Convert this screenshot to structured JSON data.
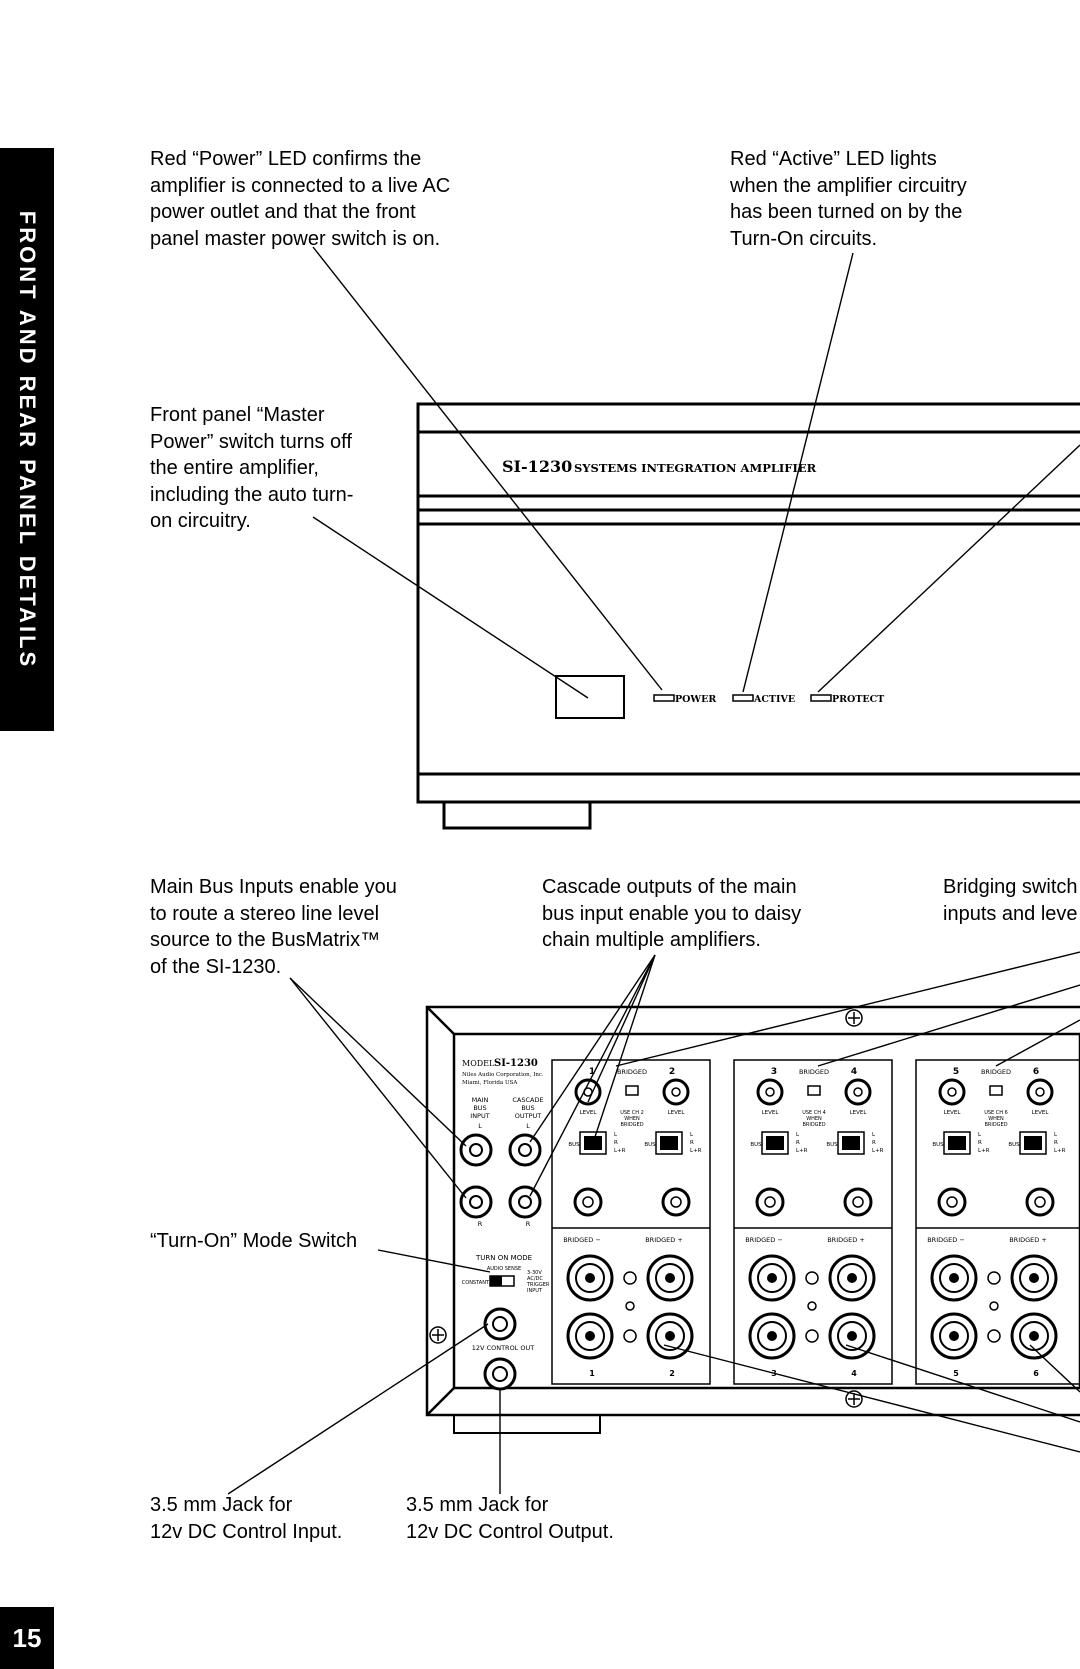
{
  "page": {
    "side_tab": "FRONT AND REAR PANEL DETAILS",
    "page_number": "15"
  },
  "front": {
    "captions": {
      "power_led": [
        "Red “Power” LED confirms the",
        "amplifier is connected to a live AC",
        "power outlet and that the front",
        "panel master power switch is on."
      ],
      "active_led": [
        "Red “Active” LED lights",
        "when the amplifier circuitry",
        "has been turned on by the",
        "Turn-On circuits."
      ],
      "master_power": [
        "Front panel “Master",
        "Power” switch turns off",
        "the entire amplifier,",
        "including the auto turn-",
        "on circuitry."
      ]
    },
    "model_label": "SI-1230",
    "model_desc": "SYSTEMS INTEGRATION AMPLIFIER",
    "leds": [
      "POWER",
      "ACTIVE",
      "PROTECT"
    ]
  },
  "rear": {
    "captions": {
      "main_bus": [
        "Main Bus Inputs enable you",
        "to route a stereo line level",
        "source to the BusMatrix™",
        "of the SI-1230."
      ],
      "cascade": [
        "Cascade outputs of the main",
        "bus input enable you to daisy",
        "chain multiple amplifiers."
      ],
      "bridging": [
        "Bridging switch",
        "inputs and leve"
      ],
      "turn_on": [
        "“Turn-On” Mode Switch"
      ],
      "jack_in": [
        "3.5 mm Jack for",
        "12v DC Control Input."
      ],
      "jack_out": [
        "3.5 mm Jack for",
        "12v DC Control Output."
      ]
    },
    "model_block": [
      "MODEL",
      "SI-1230",
      "Niles Audio Corporation, Inc.",
      "Miami, Florida  USA"
    ],
    "bus_labels": [
      "MAIN",
      "BUS",
      "INPUT",
      "CASCADE",
      "BUS",
      "OUTPUT",
      "L",
      "L",
      "R",
      "R"
    ],
    "turn_on_mode": [
      "TURN ON MODE",
      "AUDIO SENSE",
      "CONSTANT",
      "3-30V",
      "AC/DC",
      "TRIGGER",
      "INPUT"
    ],
    "control_out": "12V CONTROL OUT",
    "groups": [
      {
        "ch_a": "1",
        "ch_b": "2",
        "use": [
          "USE CH 2",
          "WHEN",
          "BRIDGED"
        ]
      },
      {
        "ch_a": "3",
        "ch_b": "4",
        "use": [
          "USE CH 4",
          "WHEN",
          "BRIDGED"
        ]
      },
      {
        "ch_a": "5",
        "ch_b": "6",
        "use": [
          "USE CH 6",
          "WHEN",
          "BRIDGED"
        ]
      }
    ],
    "panel_words": {
      "bridged": "BRIDGED",
      "level": "LEVEL",
      "bus": "BUS",
      "bridged_minus": "BRIDGED −",
      "bridged_plus": "BRIDGED +",
      "l": "L",
      "r": "R",
      "lr": "L+R"
    }
  }
}
